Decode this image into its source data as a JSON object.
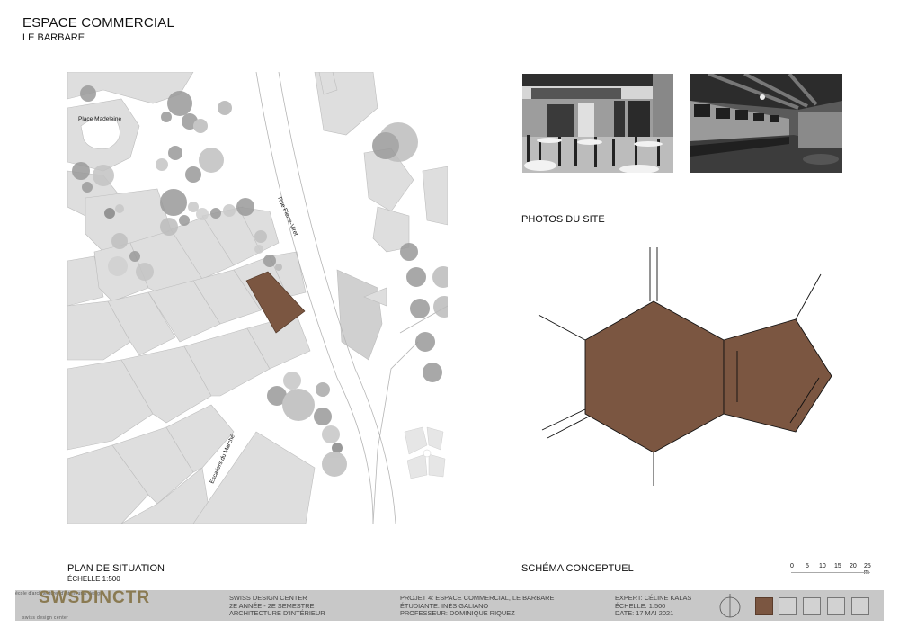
{
  "header": {
    "title": "ESPACE COMMERCIAL",
    "subtitle": "LE BARBARE"
  },
  "map": {
    "labels": {
      "place": "Place Madeleine",
      "street": "Rue Pierre-Viret",
      "stairs": "Escaliers du Marché"
    }
  },
  "photos": {
    "label": "PHOTOS DU SITE",
    "items": [
      "terrace-photo",
      "interior-bar-photo"
    ]
  },
  "plan": {
    "label": "PLAN DE SITUATION",
    "scale": "ÉCHELLE 1:500"
  },
  "schema": {
    "label": "SCHÉMA CONCEPTUEL"
  },
  "scale_bar": {
    "ticks": [
      "0",
      "5",
      "10",
      "15",
      "20",
      "25 m"
    ]
  },
  "footer": {
    "logo": {
      "top": "école d'architecture, d'intérieur & design",
      "main": "SWSDINCTR",
      "bottom": "swiss design center"
    },
    "school": [
      "SWISS DESIGN CENTER",
      "2E ANNÉE - 2E SEMESTRE",
      "ARCHITECTURE D'INTÉRIEUR"
    ],
    "project": [
      "PROJET 4: ESPACE COMMERCIAL, LE BARBARE",
      "ÉTUDIANTE: INÈS GALIANO",
      "PROFESSEUR: DOMINIQUE RIQUEZ"
    ],
    "expert": [
      "EXPERT: CÉLINE KALAS",
      "ÉCHELLE: 1:500",
      "DATE: 17 MAI 2021"
    ]
  },
  "colors": {
    "accent": "#7b5641",
    "footer_bg": "#c8c8c8",
    "map_buildings": "#dcdcdc",
    "trees": "#9a9a9a"
  }
}
